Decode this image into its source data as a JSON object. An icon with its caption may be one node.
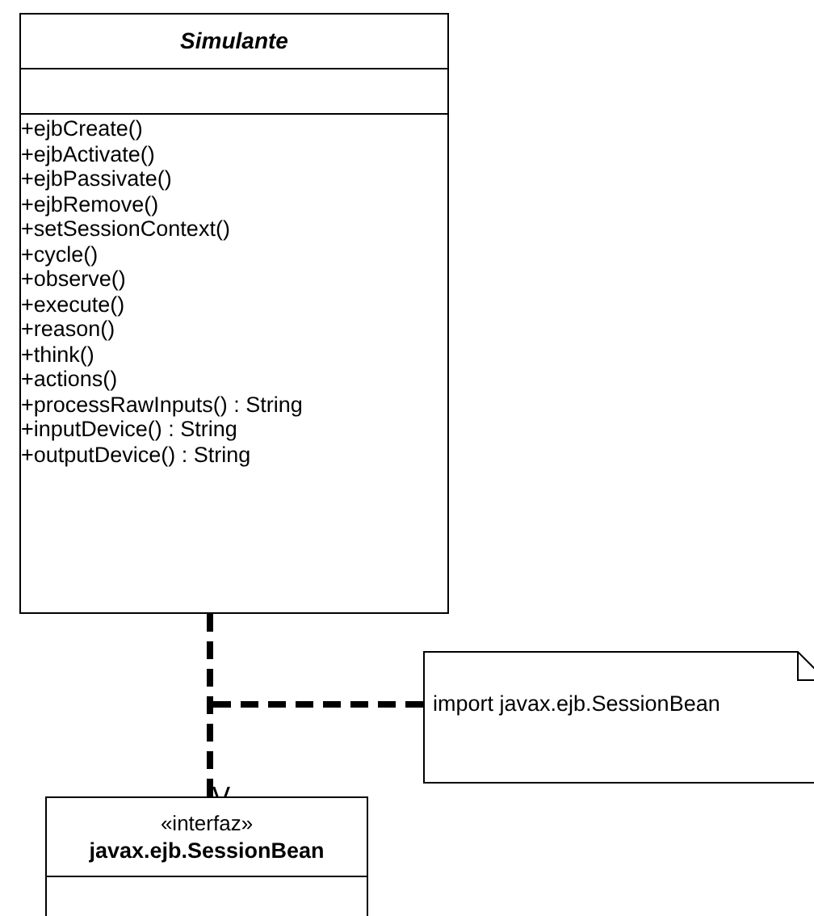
{
  "diagram": {
    "nodes": [
      {
        "text": [
          "Simulante",
          "+ejbCreate()",
          "+ejbActivate()",
          "+ejbPassivate()",
          "+ejbRemove()",
          "+setSessionContext()",
          "+cycle()",
          "+observe()",
          "+execute()",
          "+reason()",
          "+think()",
          "+actions()",
          "+processRawInputs() : String",
          "+inputDevice() : String",
          "+outputDevice() : String"
        ]
      },
      {
        "text": [
          "«interfaz»",
          "javax.ejb.SessionBean"
        ]
      },
      {
        "text": [
          "import javax.ejb.SessionBean"
        ]
      }
    ],
    "edges": [
      {
        "from": 0,
        "to": 1,
        "arrow": "to",
        "style": "dashed"
      },
      {
        "from": 2,
        "to": null,
        "arrow": "none",
        "style": "dashed"
      }
    ]
  }
}
